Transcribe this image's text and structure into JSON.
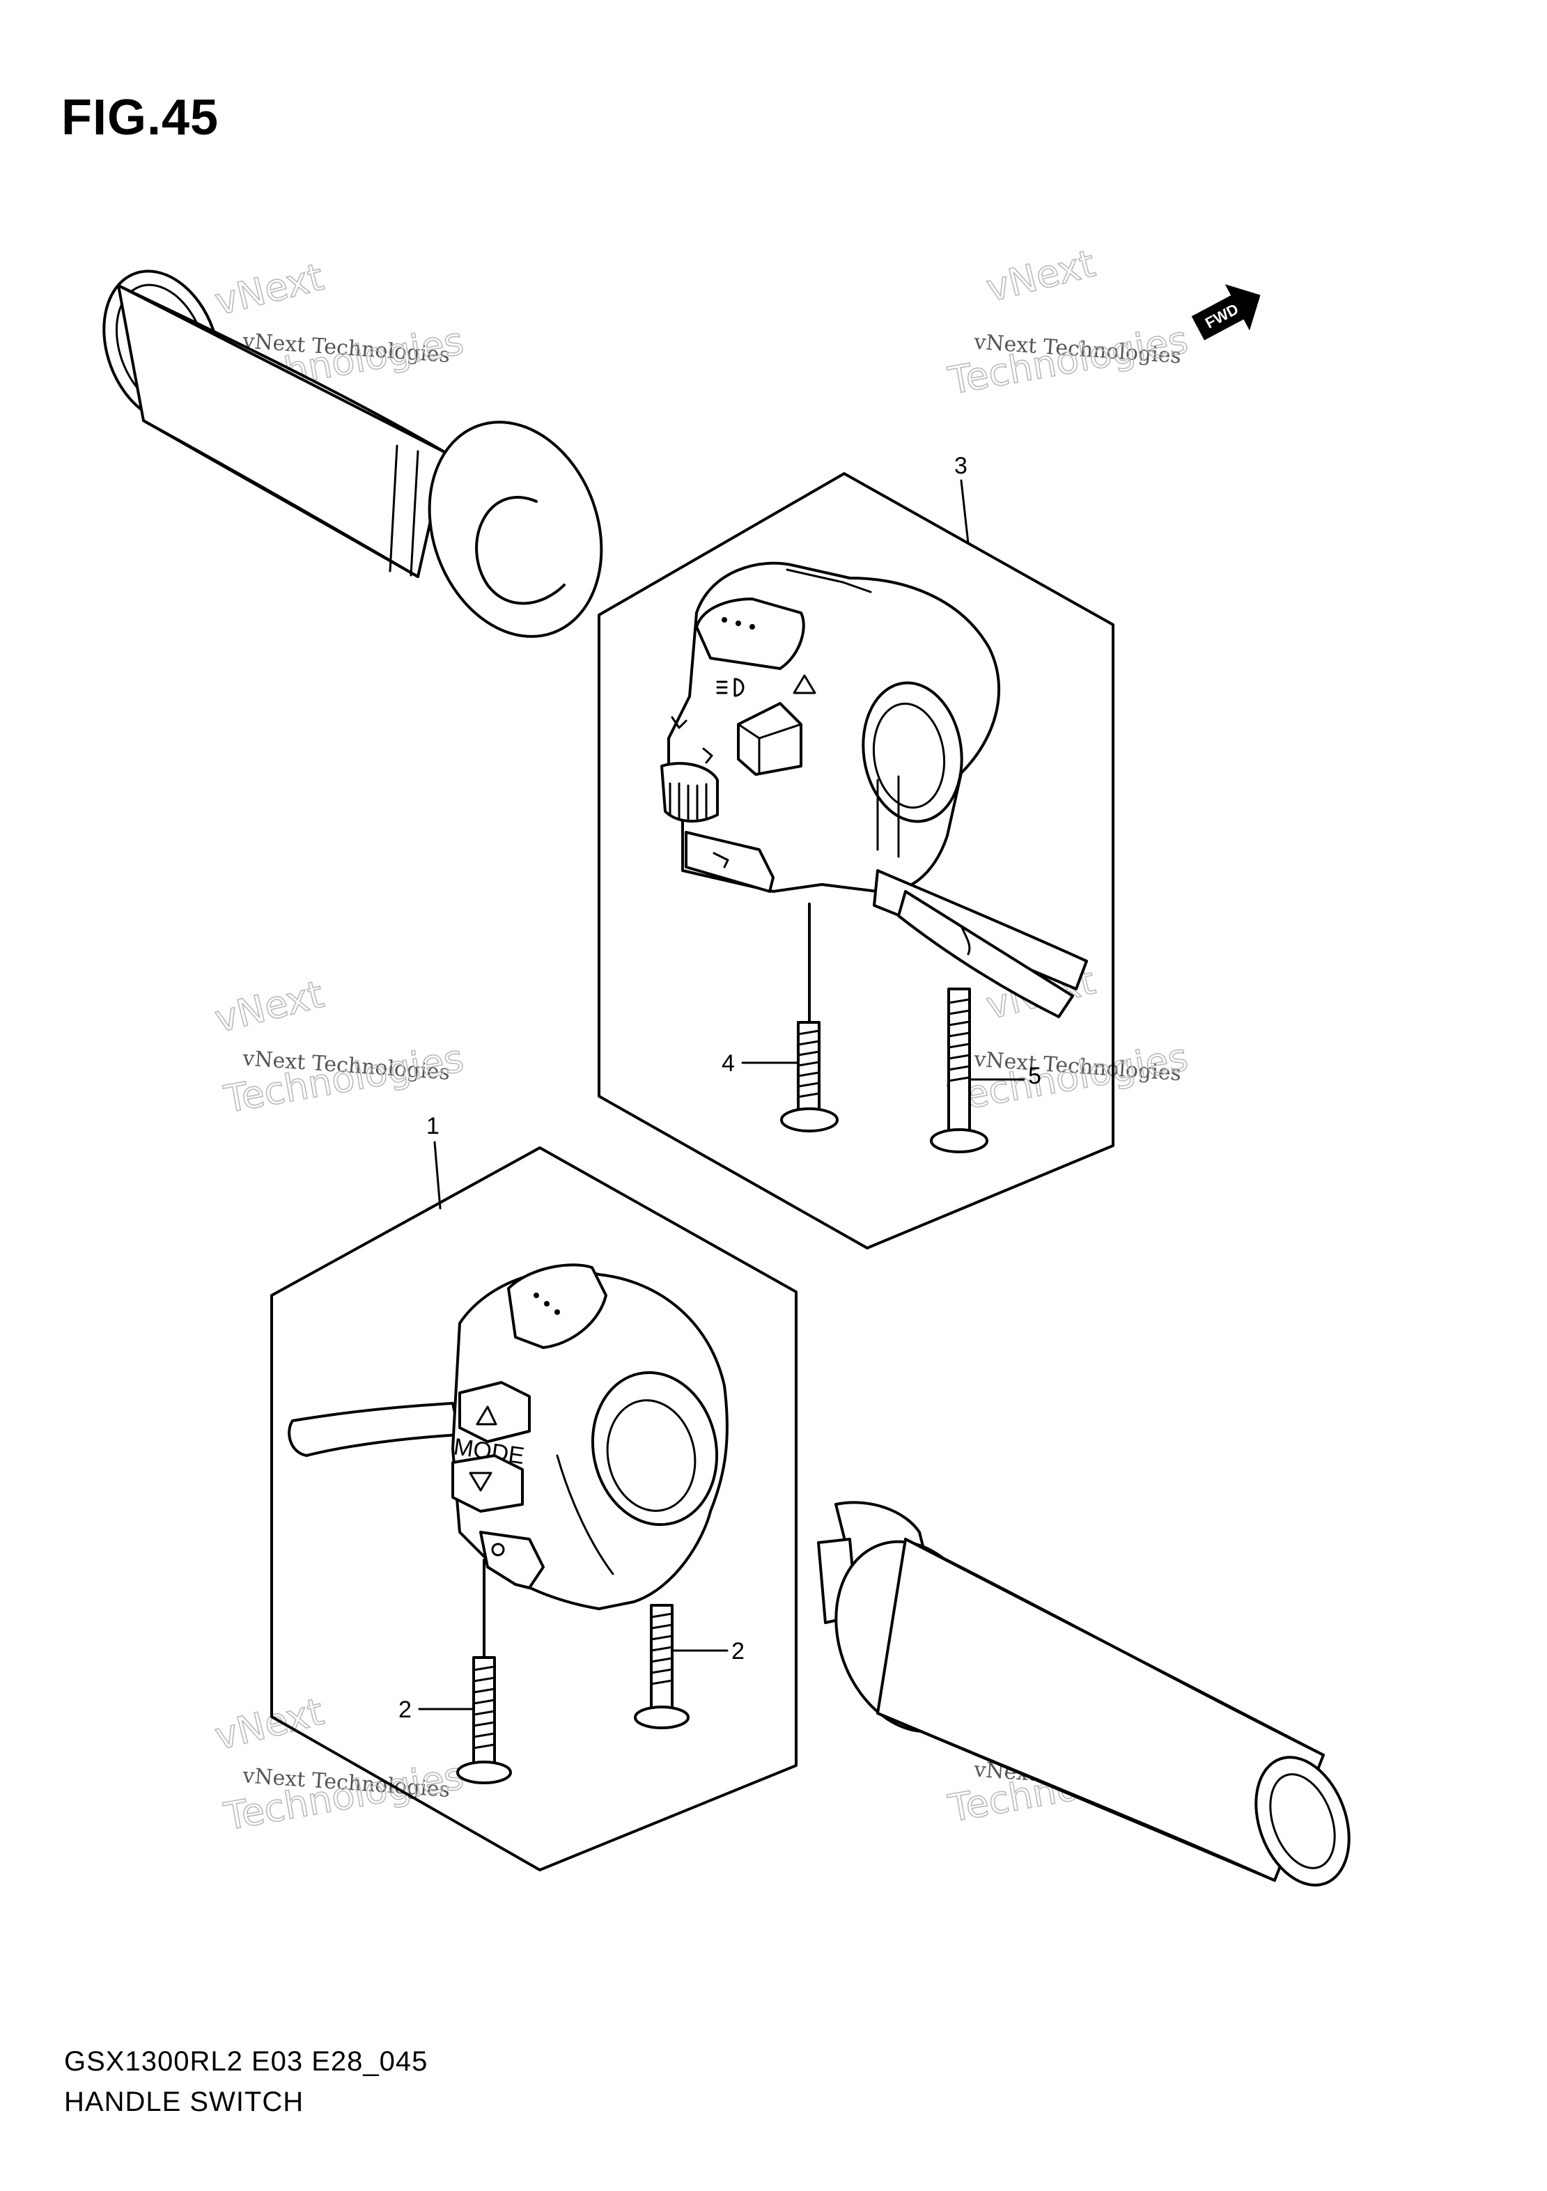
{
  "figure": {
    "title": "FIG.45",
    "caption_line1": "GSX1300RL2 E03 E28_045",
    "caption_line2": "HANDLE SWITCH"
  },
  "callouts": {
    "c1": "1",
    "c2a": "2",
    "c2b": "2",
    "c3": "3",
    "c4": "4",
    "c5": "5"
  },
  "direction_arrow": {
    "label": "FWD"
  },
  "switch_labels": {
    "mode": "MODE"
  },
  "watermark": {
    "line1": "vNext Technologies",
    "line2": "vNext",
    "line3": "Technologies"
  }
}
